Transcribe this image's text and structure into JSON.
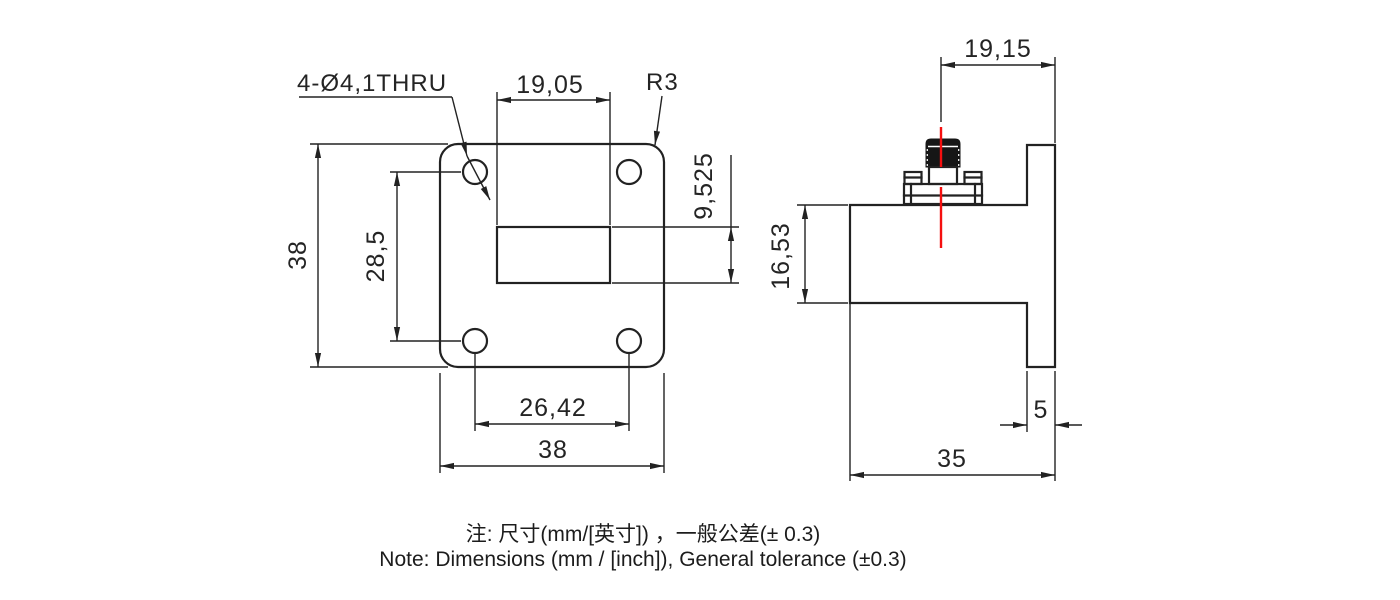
{
  "drawing_title": "waveguide-coax-adapter-dimension-drawing",
  "front_view": {
    "thru_holes_label": "4-Ø4,1THRU",
    "aperture_width": "19,05",
    "corner_radius": "R3",
    "flange_height": "38",
    "hole_spacing_vertical": "28,5",
    "aperture_height": "9,525",
    "hole_spacing_horizontal": "26,42",
    "flange_width": "38"
  },
  "side_view": {
    "connector_offset": "19,15",
    "body_height": "16,53",
    "flange_thickness": "5",
    "body_depth": "35"
  },
  "notes": {
    "line1_zh": "注: 尺寸(mm/[英寸]) ，一般公差(± 0.3)",
    "line2_en": "Note: Dimensions (mm / [inch]), General tolerance (±0.3)"
  },
  "colors": {
    "line": "#222222",
    "centerline_red": "#f50f0f",
    "background": "#ffffff"
  }
}
